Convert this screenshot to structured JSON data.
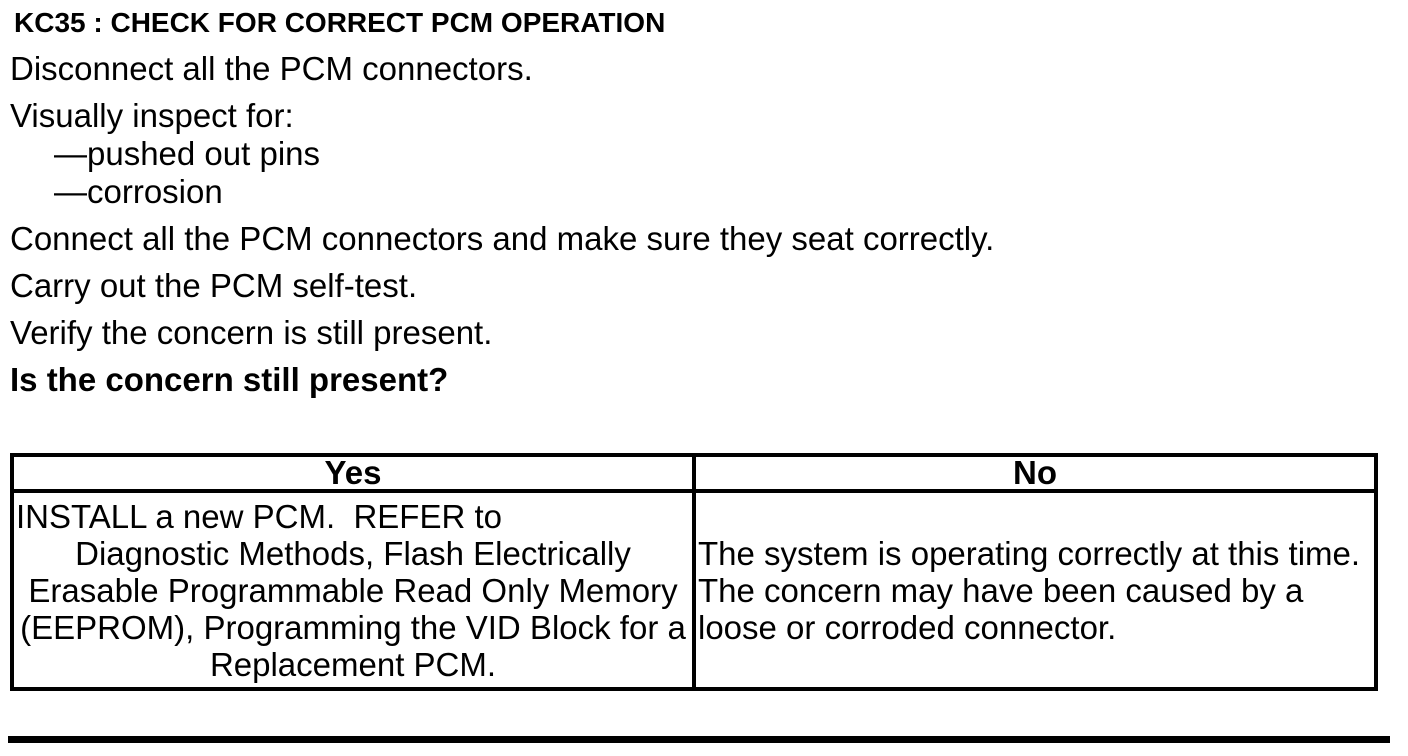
{
  "doc": {
    "heading": "KC35 : CHECK FOR CORRECT PCM OPERATION",
    "steps": {
      "disconnect": "Disconnect all the PCM connectors.",
      "inspect": "Visually inspect for:",
      "inspect_items": [
        "—pushed out pins",
        "—corrosion"
      ],
      "connect": "Connect all the PCM connectors and make sure they seat correctly.",
      "self_test": "Carry out the PCM self-test.",
      "verify": "Verify the concern is still present."
    },
    "question": "Is the concern still present?",
    "results_table": {
      "yes_header": "Yes",
      "no_header": "No",
      "yes_action_lines": [
        "INSTALL a new PCM.  REFER to",
        "Diagnostic Methods, Flash Electrically",
        "Erasable Programmable Read Only Memory",
        "(EEPROM), Programming the VID Block for a",
        "Replacement PCM."
      ],
      "no_action_lines": [
        "The system is operating correctly at this time.",
        "The concern may have been caused by a",
        "loose or corroded connector."
      ]
    },
    "colors": {
      "text": "#000000",
      "background": "#ffffff",
      "table_border": "#000000"
    }
  }
}
